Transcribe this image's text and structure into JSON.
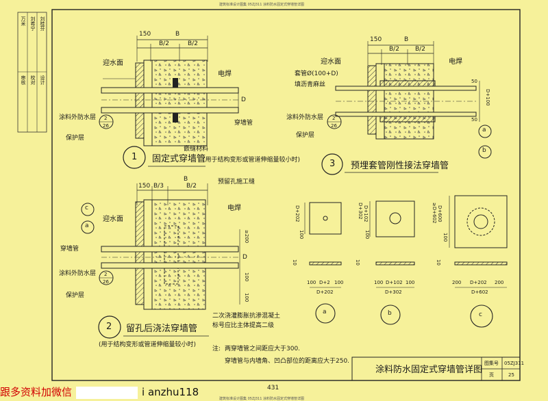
{
  "header_tiny": "建筑标准设计图集 05ZJ311 涂料防水固定式穿墙管详图",
  "footer_tiny": "建筑标准设计图集 05ZJ311 涂料防水固定式穿墙管详图",
  "side_block": [
    "审核",
    "校对",
    "设计",
    "万米",
    "刘希宁",
    "刘桂芬"
  ],
  "detail1": {
    "dims_top": [
      "150",
      "B",
      "B/2",
      "B/2"
    ],
    "labels": [
      "迎水面",
      "电焊",
      "涂料外防水层",
      "2",
      "26",
      "保护层",
      "穿墙管",
      "嵌缝材料",
      "D"
    ],
    "num": "1",
    "title": "固定式穿墙管",
    "note": "(用于结构变形或管道伸缩量较小时)"
  },
  "detail2": {
    "dims_top": [
      "150",
      "B/3",
      "B",
      "B/2"
    ],
    "labels": [
      "预留孔施工缝",
      "c",
      "a",
      "迎水面",
      "电焊",
      "穿墙管",
      "涂料外防水层",
      "2",
      "26",
      "保护层",
      "≥200",
      "D",
      "100",
      "100",
      "二次浇灌膨胀抗渗混凝土",
      "标号应比主体提高二级"
    ],
    "num": "2",
    "title": "留孔后浇法穿墙管",
    "note": "(用于结构变形或管道伸缩量较小时)"
  },
  "detail3": {
    "dims_top": [
      "150",
      "B",
      "B/2",
      "B/2"
    ],
    "labels": [
      "迎水面",
      "电焊",
      "套管Ø(100+D)",
      "填沥青麻丝",
      "涂料外防水层",
      "2",
      "26",
      "保护层",
      "50",
      "50",
      "D+100",
      "a",
      "b"
    ],
    "num": "3",
    "title": "预埋套管刚性接法穿墙管"
  },
  "plates": {
    "a": {
      "v": [
        "D+202",
        "100",
        "10"
      ],
      "h": [
        "100",
        "D+2",
        "100",
        "D+202"
      ],
      "tag": "a"
    },
    "b": {
      "v": [
        "D+302",
        "D+102",
        "100",
        "10"
      ],
      "h": [
        "100",
        "D+102",
        "100",
        "D+302"
      ],
      "tag": "b"
    },
    "c": {
      "v": [
        "D+600",
        "≥D+602",
        "100",
        "10"
      ],
      "h": [
        "200",
        "D+202",
        "200",
        "D+602"
      ],
      "tag": "c"
    }
  },
  "notes": {
    "prefix": "注:",
    "line1": "两穿墙管之间距应大于300.",
    "line2": "穿墙管与内墙角、凹凸部位的距离应大于250."
  },
  "title_block": {
    "title": "涂料防水固定式穿墙管详图",
    "atlas_label": "图集号",
    "atlas_no": "05ZJ311",
    "page_label": "页",
    "page_no": "25"
  },
  "page_number": "431",
  "banner": {
    "text": "跟多资料加微信",
    "id": "i anzhu118"
  }
}
